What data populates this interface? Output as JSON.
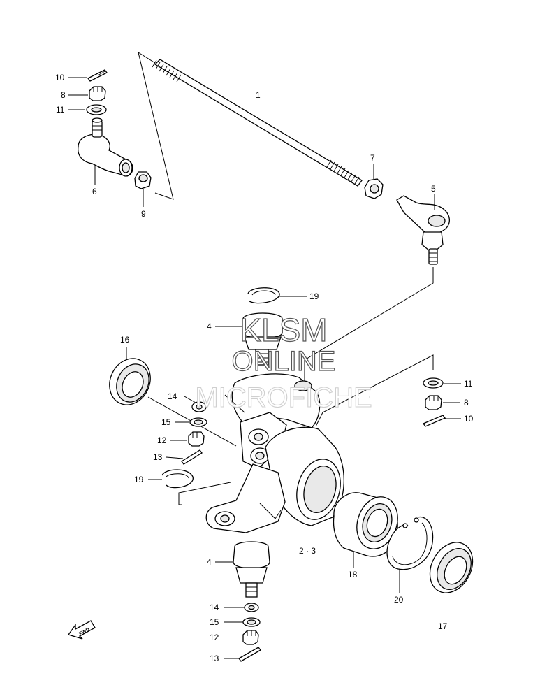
{
  "callouts": {
    "c1": "1",
    "c2_3": "2 · 3",
    "c4a": "4",
    "c4b": "4",
    "c5": "5",
    "c6": "6",
    "c7": "7",
    "c8a": "8",
    "c8b": "8",
    "c9": "9",
    "c10a": "10",
    "c10b": "10",
    "c11a": "11",
    "c11b": "11",
    "c12a": "12",
    "c12b": "12",
    "c13a": "13",
    "c13b": "13",
    "c14a": "14",
    "c14b": "14",
    "c15a": "15",
    "c15b": "15",
    "c16": "16",
    "c17": "17",
    "c18": "18",
    "c19a": "19",
    "c19b": "19",
    "c20": "20"
  },
  "watermark": {
    "line1": "KLSM",
    "line2": "ONLINE",
    "line3": "MICROFICHE"
  },
  "fwd_label": "FWD"
}
